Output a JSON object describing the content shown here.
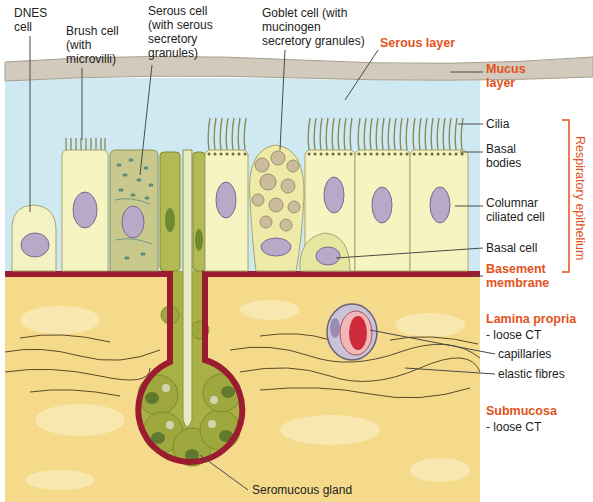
{
  "diagram": {
    "labels": [
      "DNES cell",
      "Brush cell (with microvilli)",
      "Serous cell (with serous secretory granules)",
      "Goblet cell (with mucinogen secretory granules)",
      "Serous layer",
      "Mucus layer",
      "Cilia",
      "Basal bodies",
      "Respiratory epithelium",
      "Columnar ciliated cell",
      "Basal cell",
      "Basement membrane",
      "Lamina propria",
      "- loose CT",
      "capillaries",
      "elastic fibres",
      "Submucosa",
      "- loose CT",
      "Seromucous gland"
    ]
  }
}
